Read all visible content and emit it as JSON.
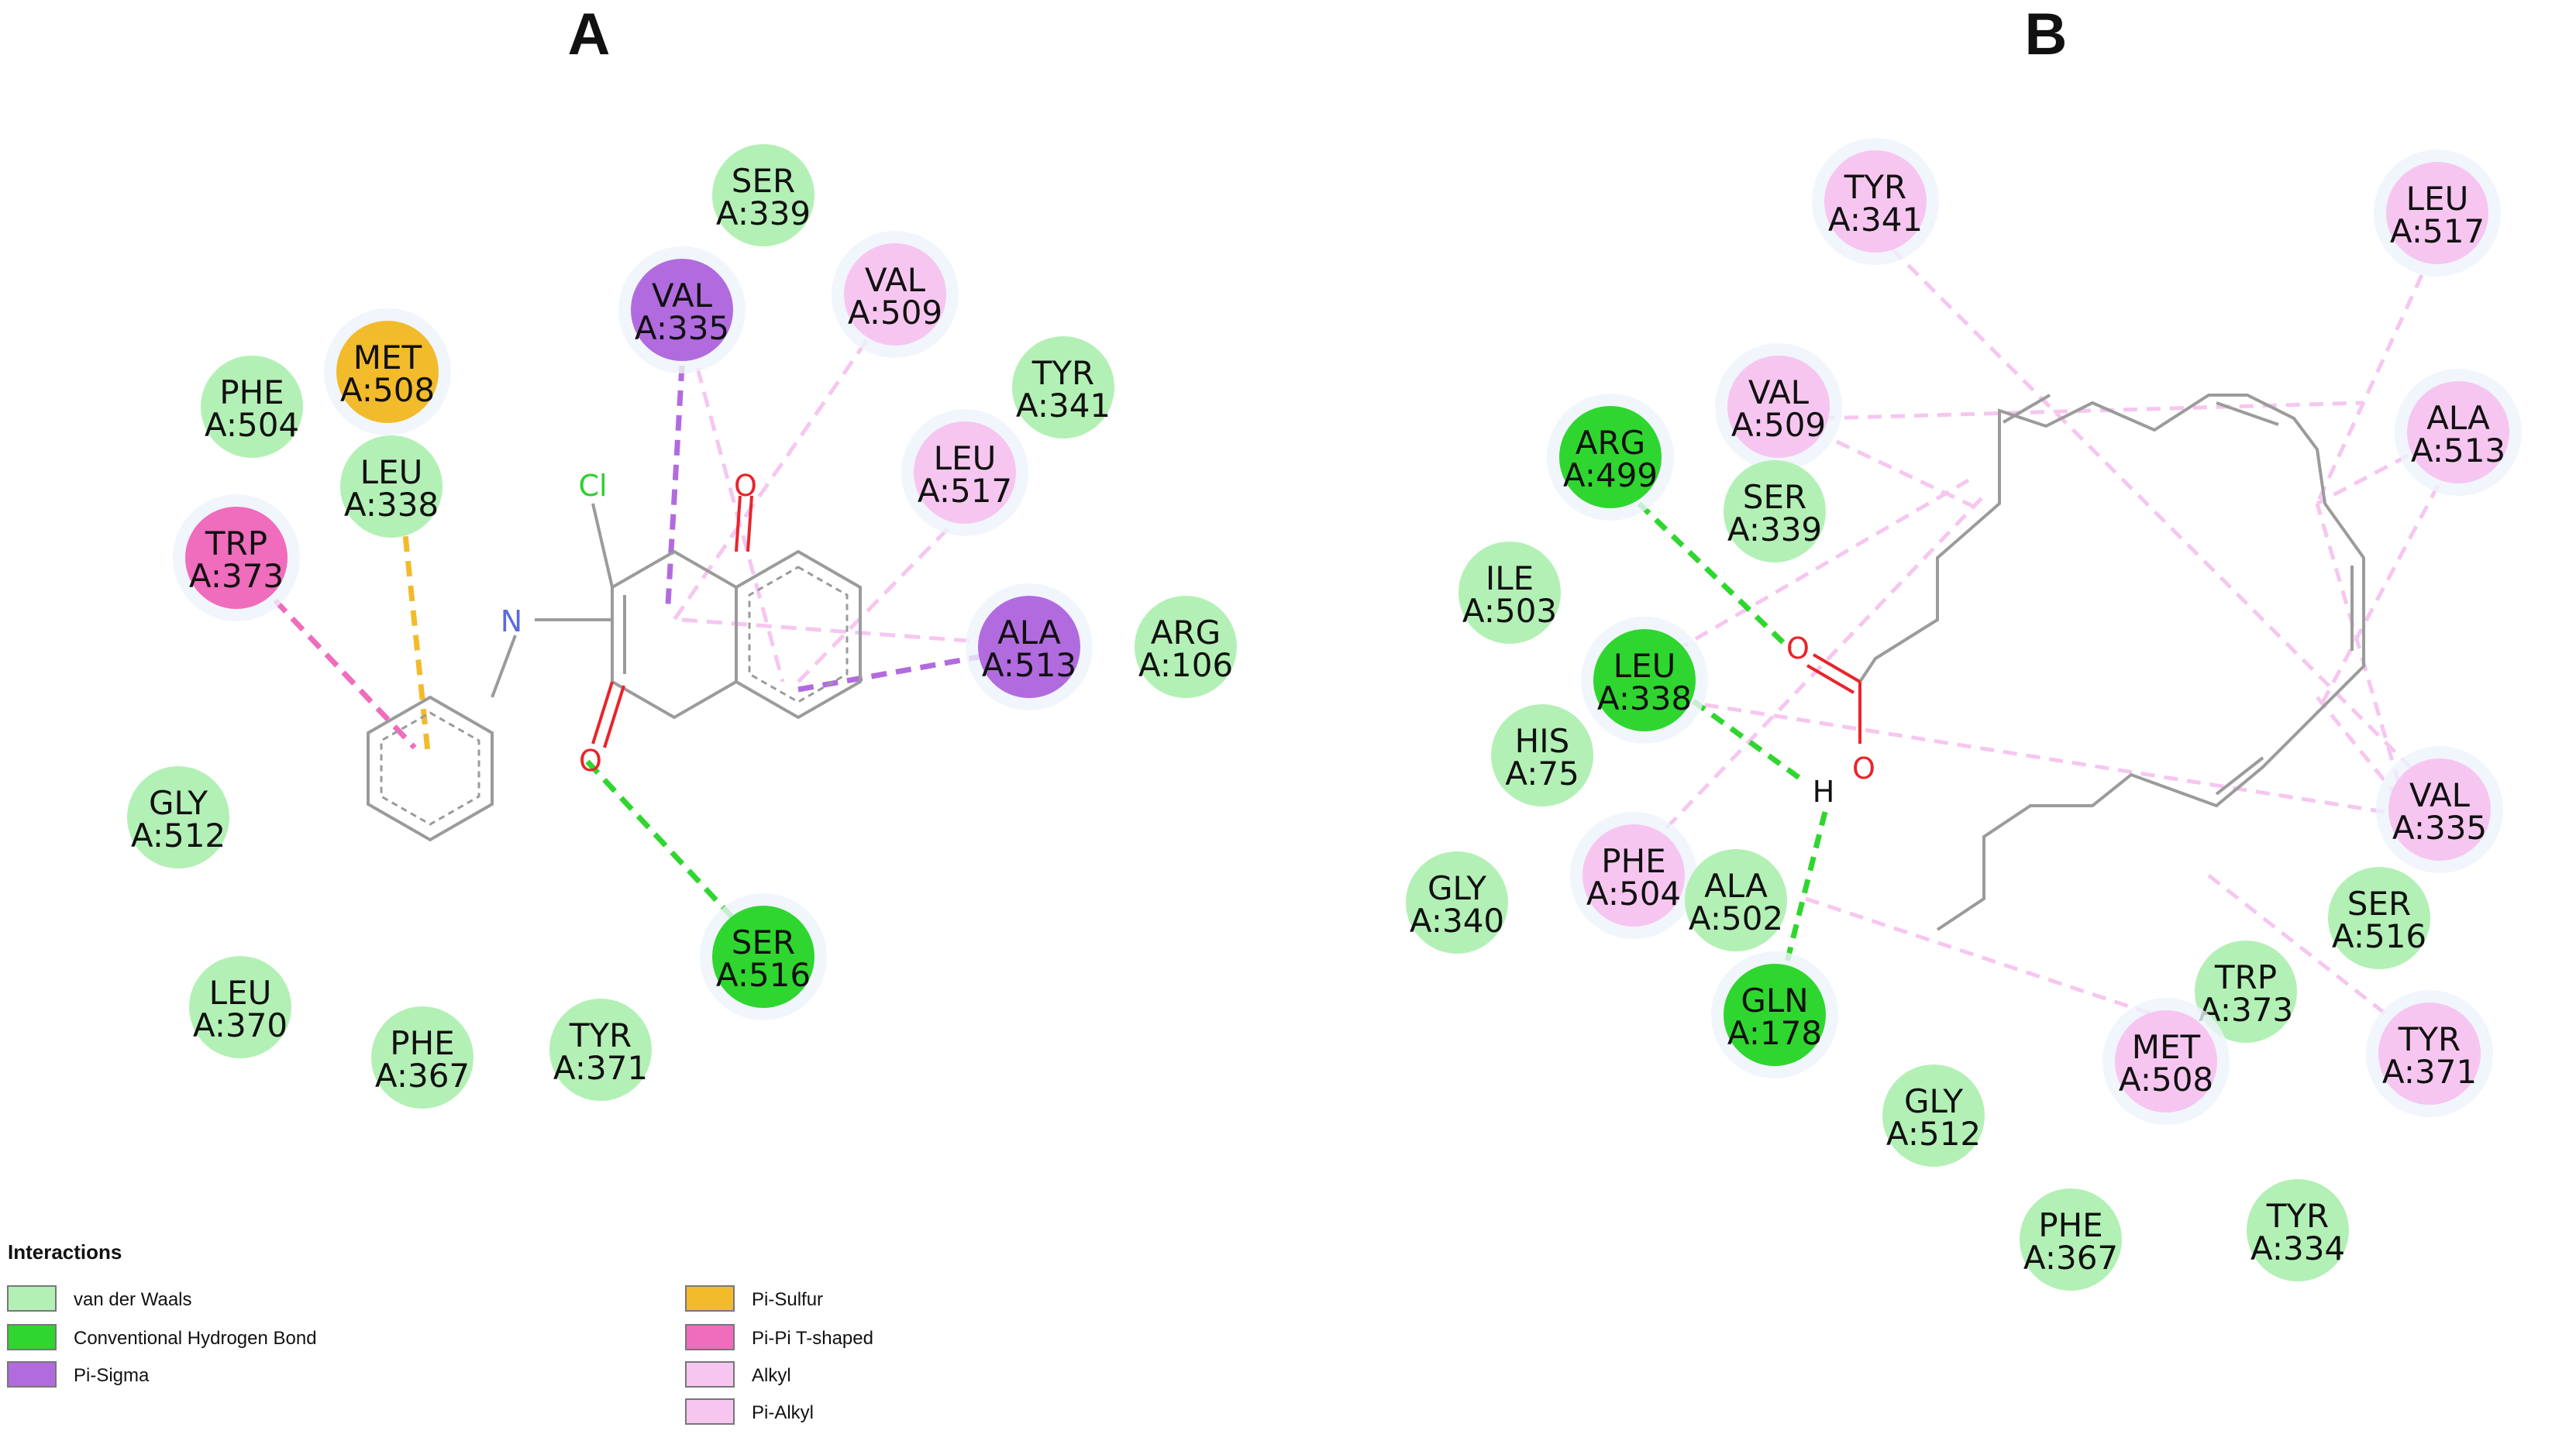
{
  "panels": {
    "a": {
      "label": "A"
    },
    "b": {
      "label": "B"
    }
  },
  "colors": {
    "vdw": "#b3f0b5",
    "hbond": "#2fd62f",
    "pi_sigma": "#b26bdf",
    "pi_sulfur": "#f2bb2c",
    "pipi_t": "#f06cbc",
    "alkyl": "#f6c6f0",
    "pi_alkyl": "#f6c6f0",
    "bond_gray": "#9b9b9b",
    "oxygen": "#e8252b",
    "nitrogen": "#5a6ae0",
    "chlorine": "#2fcf2f"
  },
  "panel_a_residues": [
    {
      "name": "SER",
      "num": "A:339",
      "type": "vdw"
    },
    {
      "name": "VAL",
      "num": "A:335",
      "type": "pi_sigma"
    },
    {
      "name": "VAL",
      "num": "A:509",
      "type": "alkyl"
    },
    {
      "name": "MET",
      "num": "A:508",
      "type": "pi_sulfur"
    },
    {
      "name": "PHE",
      "num": "A:504",
      "type": "vdw"
    },
    {
      "name": "LEU",
      "num": "A:338",
      "type": "vdw"
    },
    {
      "name": "TYR",
      "num": "A:341",
      "type": "vdw"
    },
    {
      "name": "LEU",
      "num": "A:517",
      "type": "alkyl"
    },
    {
      "name": "TRP",
      "num": "A:373",
      "type": "pipi_t"
    },
    {
      "name": "ALA",
      "num": "A:513",
      "type": "pi_sigma"
    },
    {
      "name": "ARG",
      "num": "A:106",
      "type": "vdw"
    },
    {
      "name": "GLY",
      "num": "A:512",
      "type": "vdw"
    },
    {
      "name": "SER",
      "num": "A:516",
      "type": "hbond"
    },
    {
      "name": "LEU",
      "num": "A:370",
      "type": "vdw"
    },
    {
      "name": "PHE",
      "num": "A:367",
      "type": "vdw"
    },
    {
      "name": "TYR",
      "num": "A:371",
      "type": "vdw"
    }
  ],
  "panel_b_residues": [
    {
      "name": "TYR",
      "num": "A:341",
      "type": "alkyl"
    },
    {
      "name": "LEU",
      "num": "A:517",
      "type": "alkyl"
    },
    {
      "name": "VAL",
      "num": "A:509",
      "type": "alkyl"
    },
    {
      "name": "ALA",
      "num": "A:513",
      "type": "alkyl"
    },
    {
      "name": "ARG",
      "num": "A:499",
      "type": "hbond"
    },
    {
      "name": "SER",
      "num": "A:339",
      "type": "vdw"
    },
    {
      "name": "ILE",
      "num": "A:503",
      "type": "vdw"
    },
    {
      "name": "LEU",
      "num": "A:338",
      "type": "hbond"
    },
    {
      "name": "HIS",
      "num": "A:75",
      "type": "vdw"
    },
    {
      "name": "VAL",
      "num": "A:335",
      "type": "alkyl"
    },
    {
      "name": "PHE",
      "num": "A:504",
      "type": "alkyl"
    },
    {
      "name": "ALA",
      "num": "A:502",
      "type": "vdw"
    },
    {
      "name": "GLY",
      "num": "A:340",
      "type": "vdw"
    },
    {
      "name": "SER",
      "num": "A:516",
      "type": "vdw"
    },
    {
      "name": "TRP",
      "num": "A:373",
      "type": "vdw"
    },
    {
      "name": "GLN",
      "num": "A:178",
      "type": "hbond"
    },
    {
      "name": "MET",
      "num": "A:508",
      "type": "alkyl"
    },
    {
      "name": "TYR",
      "num": "A:371",
      "type": "alkyl"
    },
    {
      "name": "GLY",
      "num": "A:512",
      "type": "vdw"
    },
    {
      "name": "PHE",
      "num": "A:367",
      "type": "vdw"
    },
    {
      "name": "TYR",
      "num": "A:334",
      "type": "vdw"
    }
  ],
  "atoms": {
    "cl": "Cl",
    "n": "N",
    "o": "O",
    "h": "H"
  },
  "legend": {
    "title": "Interactions",
    "items": [
      {
        "label": "van der Waals",
        "type": "vdw"
      },
      {
        "label": "Conventional Hydrogen Bond",
        "type": "hbond"
      },
      {
        "label": "Pi-Sigma",
        "type": "pi_sigma"
      },
      {
        "label": "Pi-Sulfur",
        "type": "pi_sulfur"
      },
      {
        "label": "Pi-Pi T-shaped",
        "type": "pipi_t"
      },
      {
        "label": "Alkyl",
        "type": "alkyl"
      },
      {
        "label": "Pi-Alkyl",
        "type": "pi_alkyl"
      }
    ]
  }
}
